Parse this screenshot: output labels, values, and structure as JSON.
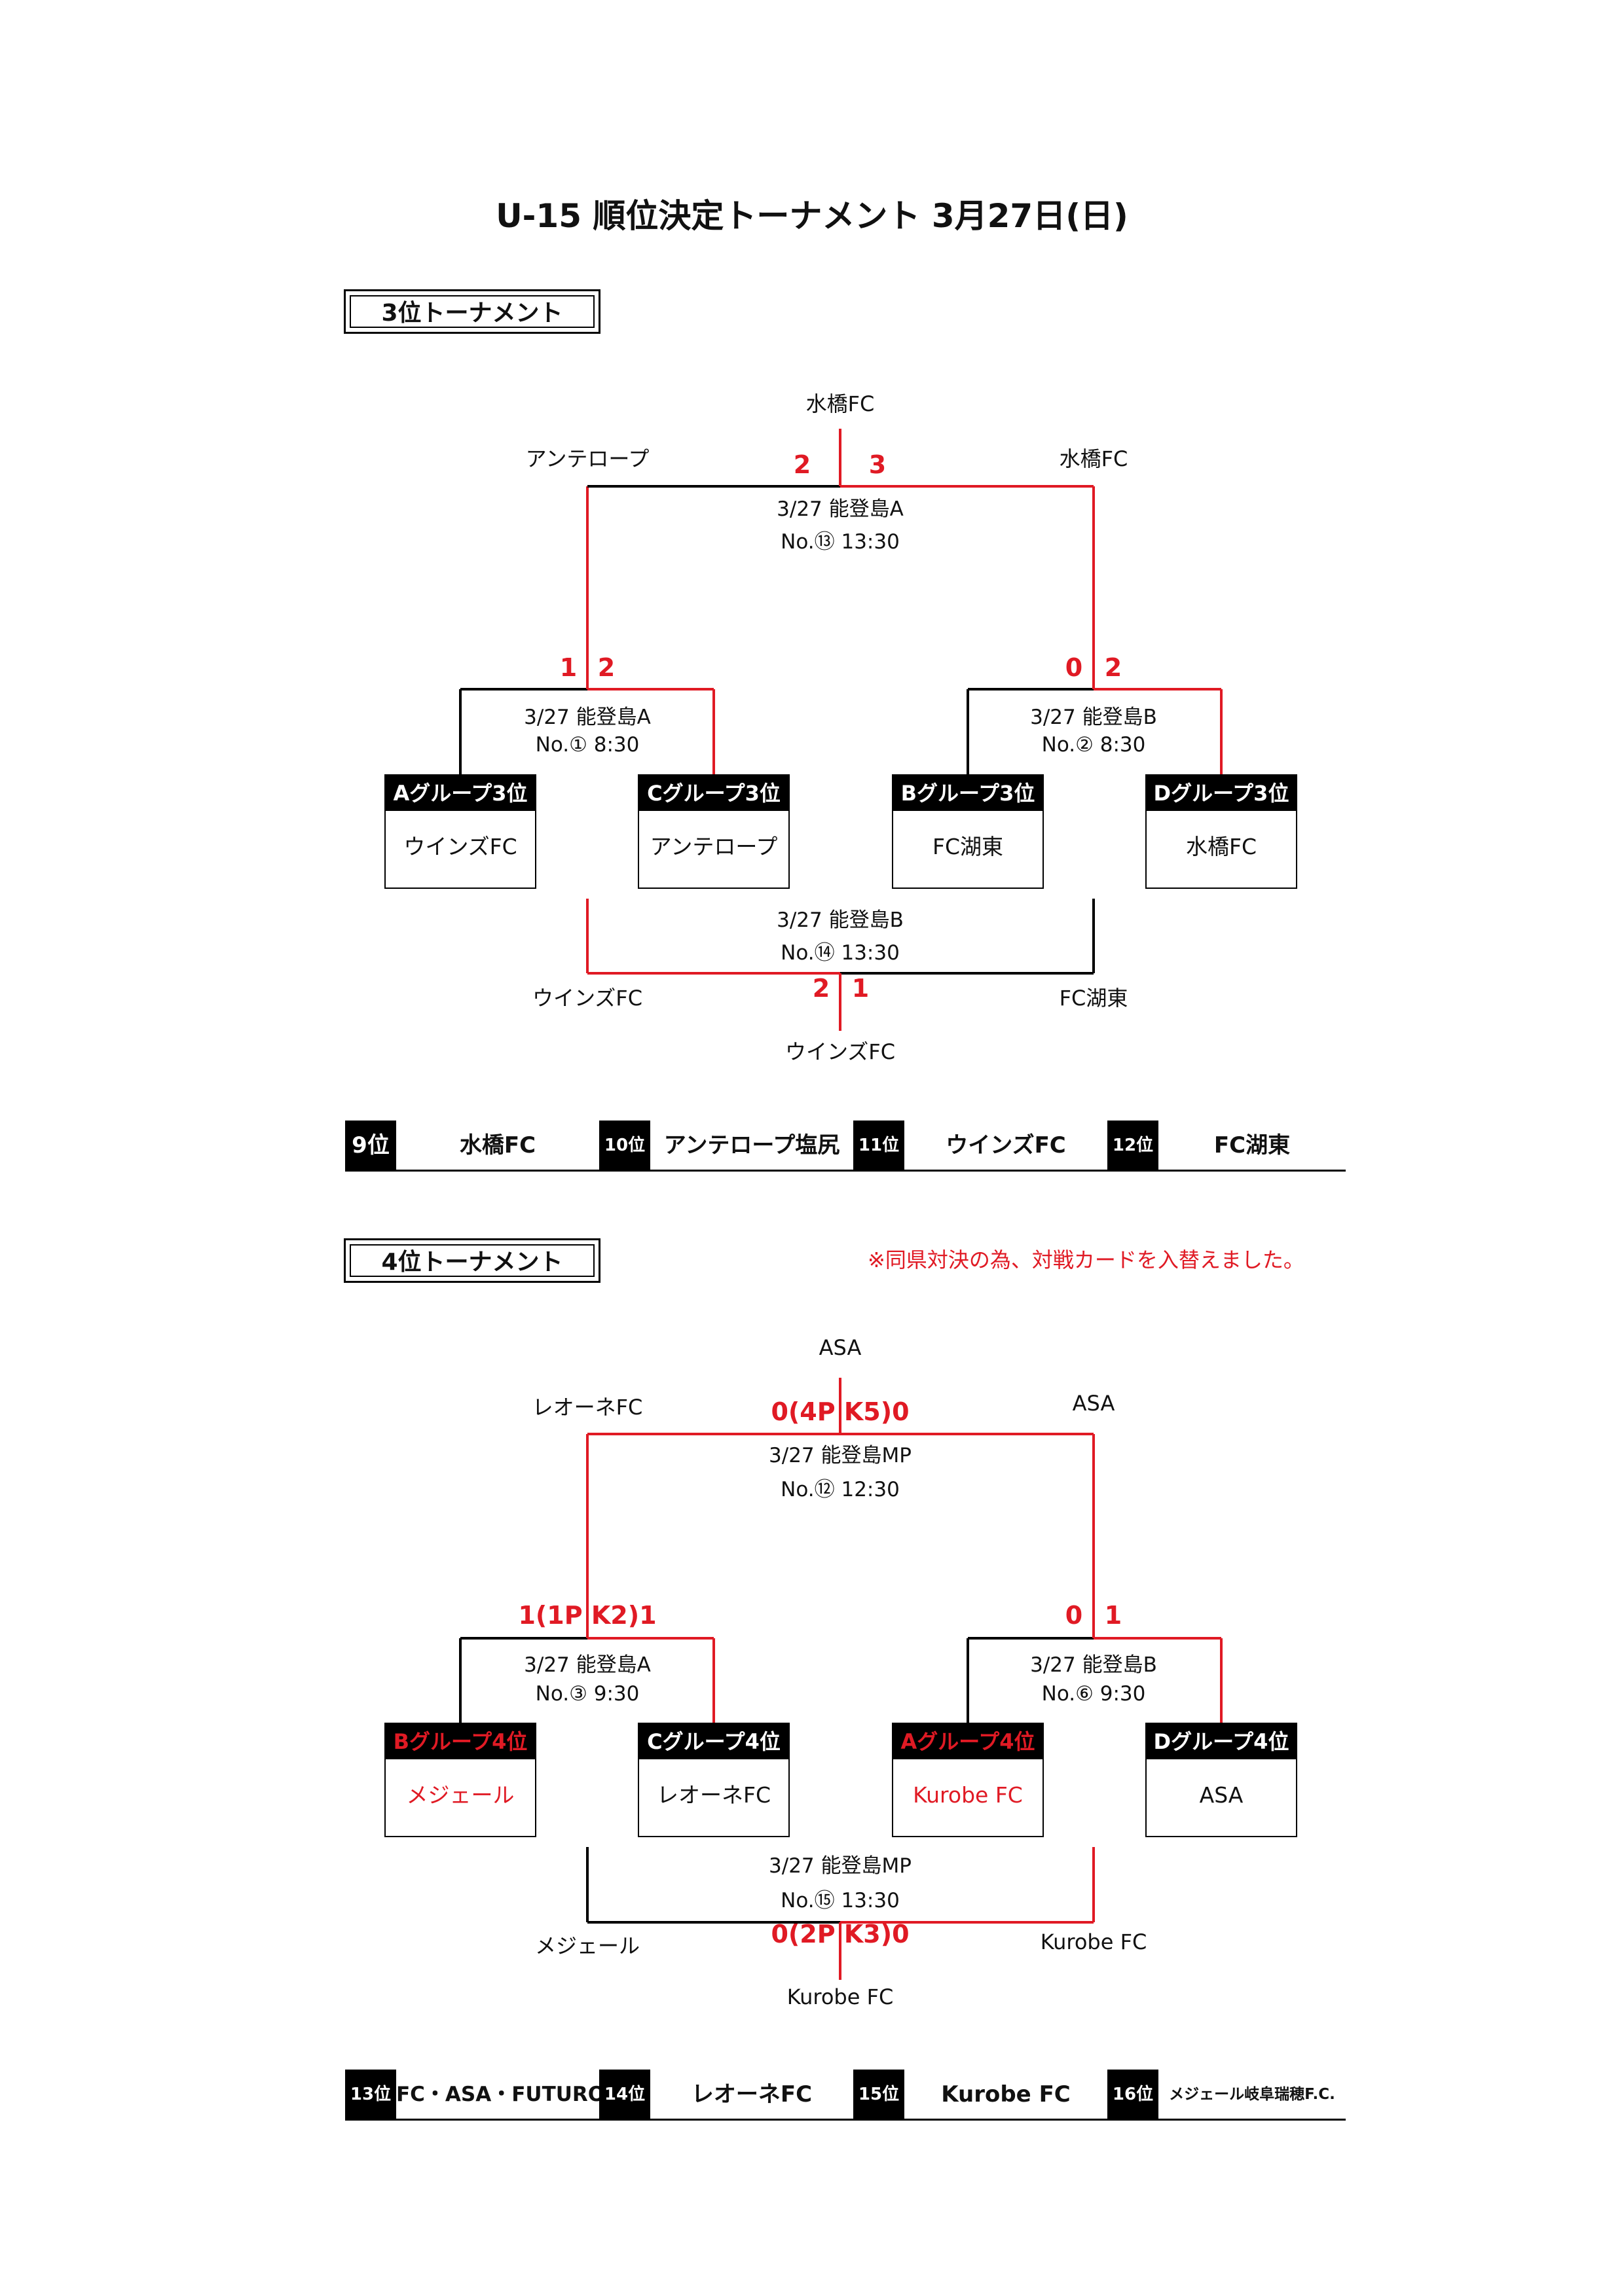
{
  "title": "U-15 順位決定トーナメント 3月27日(日)",
  "section3": {
    "heading": "3位トーナメント",
    "winner": "水橋FC",
    "final": {
      "left_team": "アンテロープ",
      "right_team": "水橋FC",
      "left_score": "2",
      "right_score": "3",
      "date_venue": "3/27 能登島A",
      "match": "No.⑬ 13:30"
    },
    "semi_left": {
      "left_score": "1",
      "right_score": "2",
      "date_venue": "3/27 能登島A",
      "match": "No.① 8:30"
    },
    "semi_right": {
      "left_score": "0",
      "right_score": "2",
      "date_venue": "3/27 能登島B",
      "match": "No.② 8:30"
    },
    "boxes": [
      {
        "header": "Aグループ3位",
        "team": "ウインズFC"
      },
      {
        "header": "Cグループ3位",
        "team": "アンテロープ"
      },
      {
        "header": "Bグループ3位",
        "team": "FC湖東"
      },
      {
        "header": "Dグループ3位",
        "team": "水橋FC"
      }
    ],
    "consolation": {
      "date_venue": "3/27 能登島B",
      "match": "No.⑭ 13:30",
      "left_team": "ウインズFC",
      "right_team": "FC湖東",
      "left_score": "2",
      "right_score": "1",
      "winner": "ウインズFC"
    },
    "ranks": [
      {
        "place": "9位",
        "team": "水橋FC"
      },
      {
        "place": "10位",
        "team": "アンテロープ塩尻"
      },
      {
        "place": "11位",
        "team": "ウインズFC"
      },
      {
        "place": "12位",
        "team": "FC湖東"
      }
    ]
  },
  "section4": {
    "heading": "4位トーナメント",
    "note": "※同県対決の為、対戦カードを入替えました。",
    "winner": "ASA",
    "final": {
      "left_team": "レオーネFC",
      "right_team": "ASA",
      "score": "0(4P K5)0",
      "date_venue": "3/27 能登島MP",
      "match": "No.⑫ 12:30"
    },
    "semi_left": {
      "score": "1(1P K2)1",
      "date_venue": "3/27 能登島A",
      "match": "No.③ 9:30"
    },
    "semi_right": {
      "left_score": "0",
      "right_score": "1",
      "date_venue": "3/27 能登島B",
      "match": "No.⑥ 9:30"
    },
    "boxes": [
      {
        "header": "Bグループ4位",
        "team": "メジェール",
        "highlight": true
      },
      {
        "header": "Cグループ4位",
        "team": "レオーネFC",
        "highlight": false
      },
      {
        "header": "Aグループ4位",
        "team": "Kurobe FC",
        "highlight": true
      },
      {
        "header": "Dグループ4位",
        "team": "ASA",
        "highlight": false
      }
    ],
    "consolation": {
      "date_venue": "3/27 能登島MP",
      "match": "No.⑮ 13:30",
      "left_team": "メジェール",
      "right_team": "Kurobe FC",
      "score": "0(2P K3)0",
      "winner": "Kurobe FC"
    },
    "ranks": [
      {
        "place": "13位",
        "team": "FC・ASA・FUTURO"
      },
      {
        "place": "14位",
        "team": "レオーネFC"
      },
      {
        "place": "15位",
        "team": "Kurobe FC"
      },
      {
        "place": "16位",
        "team": "メジェール岐阜瑞穂F.C."
      }
    ]
  },
  "colors": {
    "accent": "#e01a24",
    "line": "#000000"
  }
}
